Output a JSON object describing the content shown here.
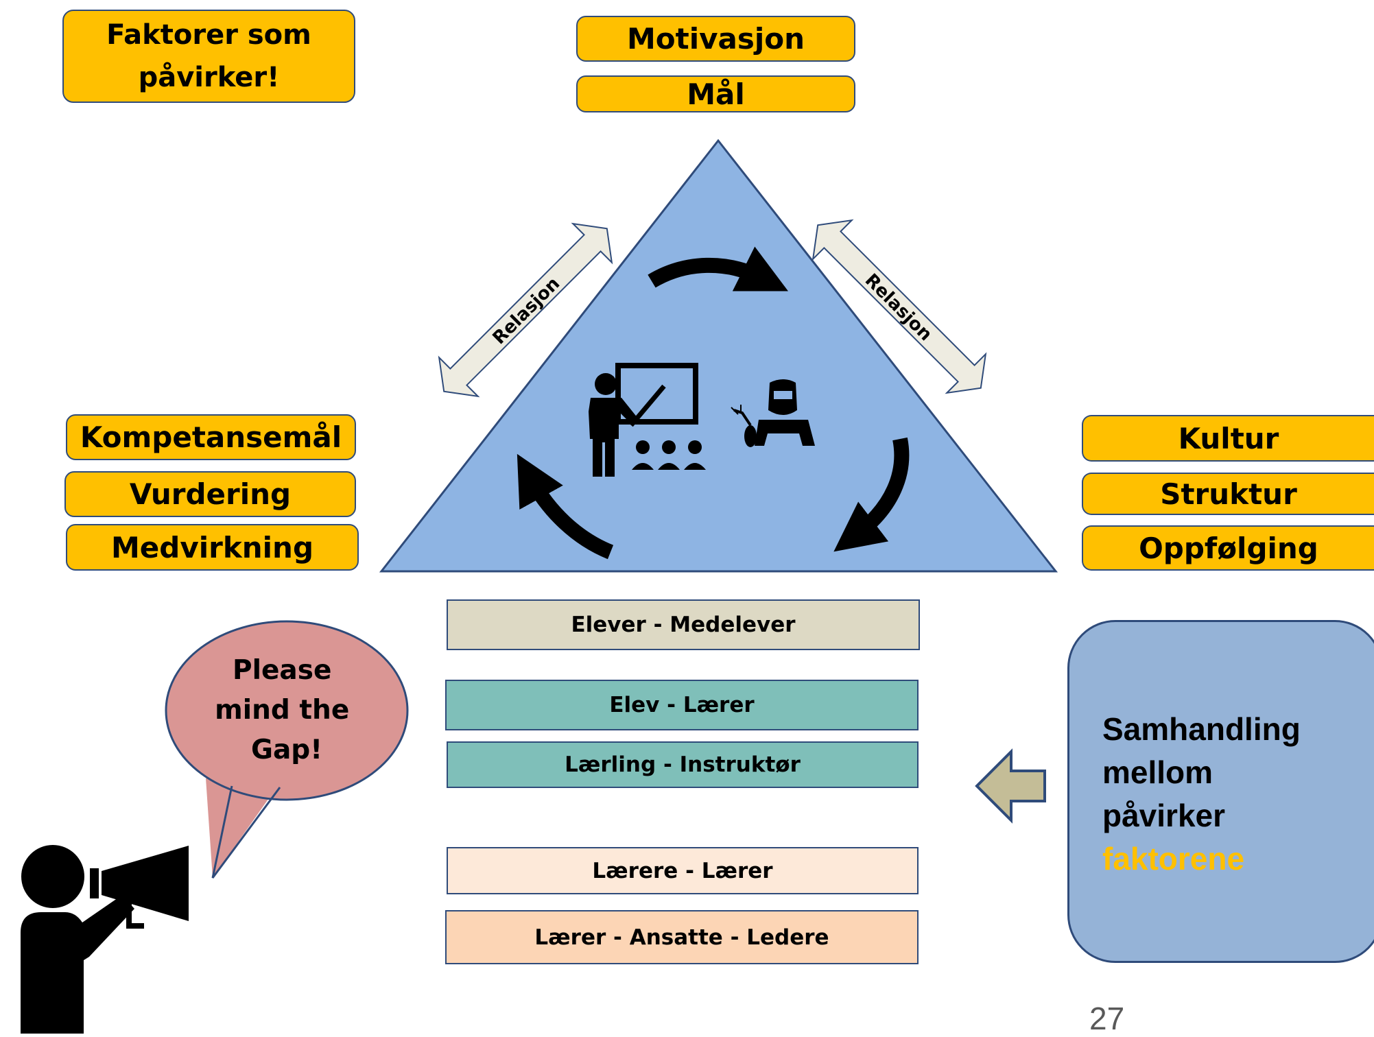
{
  "title_box": {
    "line1": "Faktorer som",
    "line2": "påvirker!"
  },
  "top_factors": [
    "Motivasjon",
    "Mål"
  ],
  "left_factors": [
    "Kompetansemål",
    "Vurdering",
    "Medvirkning"
  ],
  "right_factors": [
    "Kultur",
    "Struktur",
    "Oppfølging"
  ],
  "relation_label": "Relasjon",
  "relationships": [
    {
      "label": "Elever - Medelever",
      "color": "#ddd9c4"
    },
    {
      "label": "Elev - Lærer",
      "color": "#7fbfb9"
    },
    {
      "label": "Lærling - Instruktør",
      "color": "#7fbfb9"
    },
    {
      "label": "Lærere - Lærer",
      "color": "#fde9d9"
    },
    {
      "label": "Lærer - Ansatte - Ledere",
      "color": "#fcd5b5"
    }
  ],
  "speech_bubble": {
    "line1": "Please",
    "line2": "mind the",
    "line3": "Gap!"
  },
  "note_box": {
    "line1": "Samhandling",
    "line2": "mellom",
    "line3": "påvirker",
    "highlight": "faktorene"
  },
  "page_number": "27",
  "colors": {
    "factor_fill": "#ffc000",
    "triangle_fill": "#8eb4e3",
    "bubble_fill": "#da9694",
    "note_fill": "#95b3d7",
    "outline": "#2f4b7a"
  },
  "icons": [
    "teacher-classroom-icon",
    "welder-icon",
    "cycle-arrow-icon",
    "double-arrow-icon",
    "left-arrow-icon",
    "megaphone-person-icon"
  ]
}
